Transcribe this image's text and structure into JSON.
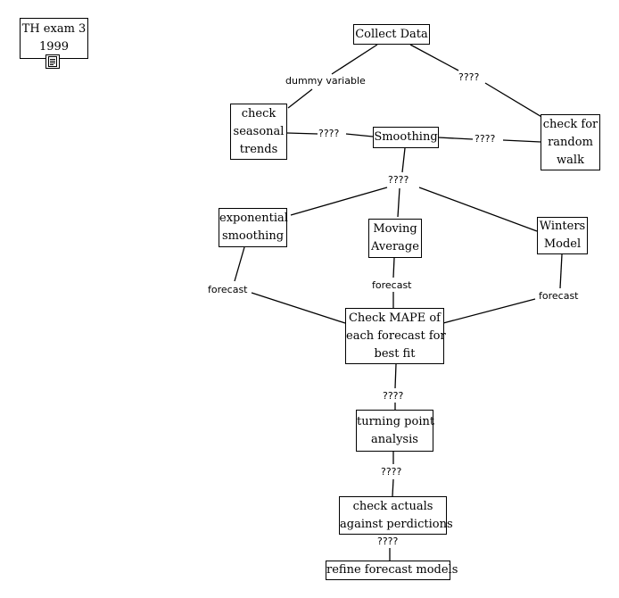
{
  "nodes": {
    "th_exam": [
      "TH exam 3",
      "1999"
    ],
    "collect_data": [
      "Collect Data"
    ],
    "check_seasonal": [
      "check",
      "seasonal",
      "trends"
    ],
    "smoothing": [
      "Smoothing"
    ],
    "check_random_walk": [
      "check for",
      "random",
      "walk"
    ],
    "exponential_smoothing": [
      "exponential",
      "smoothing"
    ],
    "moving_average": [
      "Moving",
      "Average"
    ],
    "winters_model": [
      "Winters",
      "Model"
    ],
    "check_mape": [
      "Check MAPE of",
      "each forecast for",
      "best fit"
    ],
    "turning_point": [
      "turning point",
      "analysis"
    ],
    "check_actuals": [
      "check actuals",
      "against perdictions"
    ],
    "refine_models": [
      "refine forecast models"
    ]
  },
  "links": {
    "dummy_variable": "dummy variable",
    "collect_random": "????",
    "seasonal_smoothing": "????",
    "smoothing_random": "????",
    "smoothing_methods": "????",
    "forecast_exp": "forecast",
    "forecast_ma": "forecast",
    "forecast_winters": "forecast",
    "mape_turning": "????",
    "turning_actuals": "????",
    "actuals_refine": "????"
  },
  "icons": {
    "document": "document-icon"
  }
}
